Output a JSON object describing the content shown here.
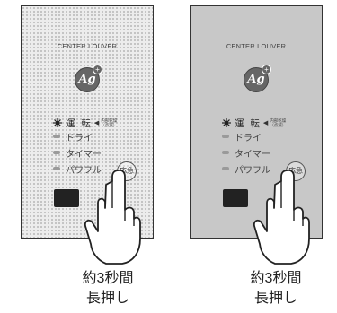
{
  "panels": [
    {
      "style": "dotted",
      "louver_label": "CENTER LOUVER",
      "logo": {
        "text": "Ag",
        "plus": "+"
      },
      "indicators": {
        "run": {
          "label": "運 転",
          "note_line1": "内部乾燥",
          "note_line2": "（点滅）"
        },
        "dry": "ドライ",
        "timer": "タイマー",
        "powerful": "パワフル"
      },
      "emergency_button_label": "応急",
      "caption_line1": "約3秒間",
      "caption_line2": "長押し"
    },
    {
      "style": "solid-gray",
      "louver_label": "CENTER LOUVER",
      "logo": {
        "text": "Ag",
        "plus": "+"
      },
      "indicators": {
        "run": {
          "label": "運 転",
          "note_line1": "内部乾燥",
          "note_line2": "（点滅）"
        },
        "dry": "ドライ",
        "timer": "タイマー",
        "powerful": "パワフル"
      },
      "emergency_button_label": "応急",
      "caption_line1": "約3秒間",
      "caption_line2": "長押し"
    }
  ],
  "colors": {
    "panel_dotted_bg": "#ececec",
    "panel_gray_bg": "#c8c8c8",
    "led_off": "#9a9a9a",
    "frame": "#333333"
  }
}
